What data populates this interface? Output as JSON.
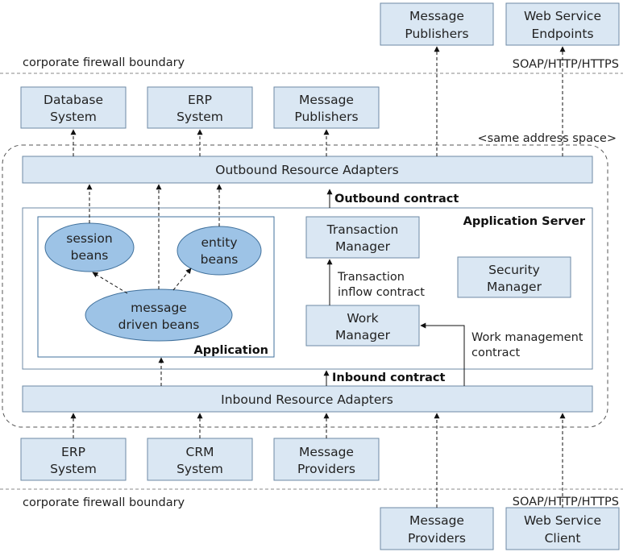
{
  "firewall": {
    "top_label": "corporate firewall boundary",
    "top_protocol": "SOAP/HTTP/HTTPS",
    "bottom_label": "corporate firewall boundary",
    "bottom_protocol": "SOAP/HTTP/HTTPS"
  },
  "external_top": {
    "message_publishers": [
      "Message",
      "Publishers"
    ],
    "web_service_endpoints": [
      "Web Service",
      "Endpoints"
    ]
  },
  "outbound_targets": {
    "database_system": [
      "Database",
      "System"
    ],
    "erp_system": [
      "ERP",
      "System"
    ],
    "message_publishers": [
      "Message",
      "Publishers"
    ]
  },
  "address_space_label": "<same address space>",
  "outbound_adapters": "Outbound Resource Adapters",
  "outbound_contract": "Outbound contract",
  "application_server": {
    "title": "Application Server",
    "transaction_manager": [
      "Transaction",
      "Manager"
    ],
    "security_manager": [
      "Security",
      "Manager"
    ],
    "work_manager": [
      "Work",
      "Manager"
    ],
    "transaction_inflow": [
      "Transaction",
      "inflow contract"
    ],
    "work_management": [
      "Work management",
      "contract"
    ]
  },
  "application": {
    "title": "Application",
    "session_beans": [
      "session",
      "beans"
    ],
    "entity_beans": [
      "entity",
      "beans"
    ],
    "mdb": [
      "message",
      "driven beans"
    ]
  },
  "inbound_contract": "Inbound contract",
  "inbound_adapters": "Inbound Resource Adapters",
  "inbound_sources": {
    "erp_system": [
      "ERP",
      "System"
    ],
    "crm_system": [
      "CRM",
      "System"
    ],
    "message_providers": [
      "Message",
      "Providers"
    ]
  },
  "external_bottom": {
    "message_providers": [
      "Message",
      "Providers"
    ],
    "web_service_client": [
      "Web Service",
      "Client"
    ]
  },
  "colors": {
    "box_fill": "#dae7f3",
    "box_stroke": "#6d8aa5",
    "ellipse_fill": "#9dc3e6",
    "ellipse_stroke": "#41719c"
  }
}
